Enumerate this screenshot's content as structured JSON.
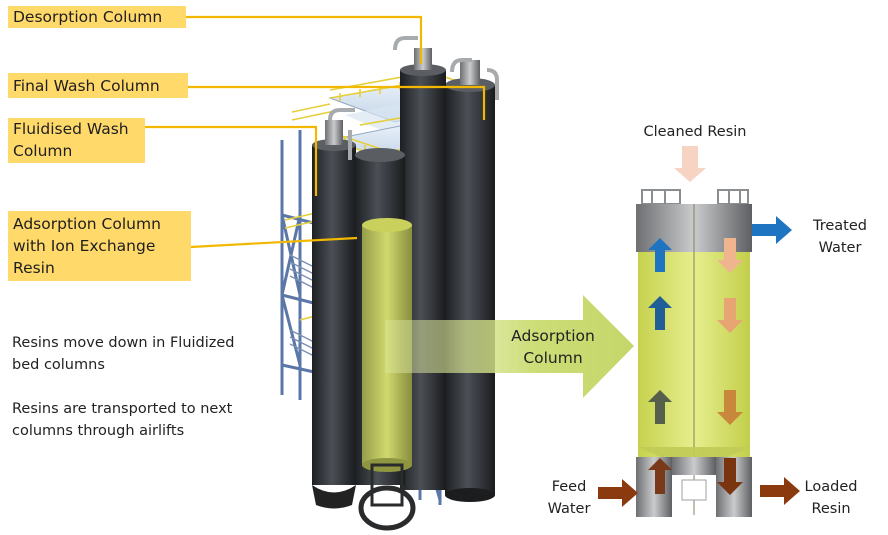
{
  "labels": {
    "desorption": "Desorption Column",
    "final_wash": "Final Wash Column",
    "fluidised_wash_1": "Fluidised Wash",
    "fluidised_wash_2": "Column",
    "adsorption_ion_1": "Adsorption Column",
    "adsorption_ion_2": "with Ion Exchange",
    "adsorption_ion_3": "Resin"
  },
  "notes": {
    "note1_line1": "Resins move down in Fluidized",
    "note1_line2": "bed columns",
    "note2_line1": "Resins are transported to next",
    "note2_line2": "columns through airlifts"
  },
  "big_arrow": {
    "line1": "Adsorption",
    "line2": "Column"
  },
  "flows": {
    "cleaned_resin": "Cleaned Resin",
    "treated_1": "Treated",
    "treated_2": "Water",
    "feed_1": "Feed",
    "feed_2": "Water",
    "loaded_1": "Loaded",
    "loaded_2": "Resin"
  },
  "colors": {
    "label_fill": "#ffd96a",
    "leader_line": "#f2b800",
    "resin_fill": "#d8e56f",
    "big_arrow": "#cbdc74",
    "treated_arrow": "#1f74c2",
    "feed_arrow": "#8b3a0f",
    "cleaned_arrow": "#f6d3c2",
    "structure_blue": "#5b77a8",
    "column_dark": "#2f3236",
    "railing_yellow": "#e6cf3a"
  }
}
